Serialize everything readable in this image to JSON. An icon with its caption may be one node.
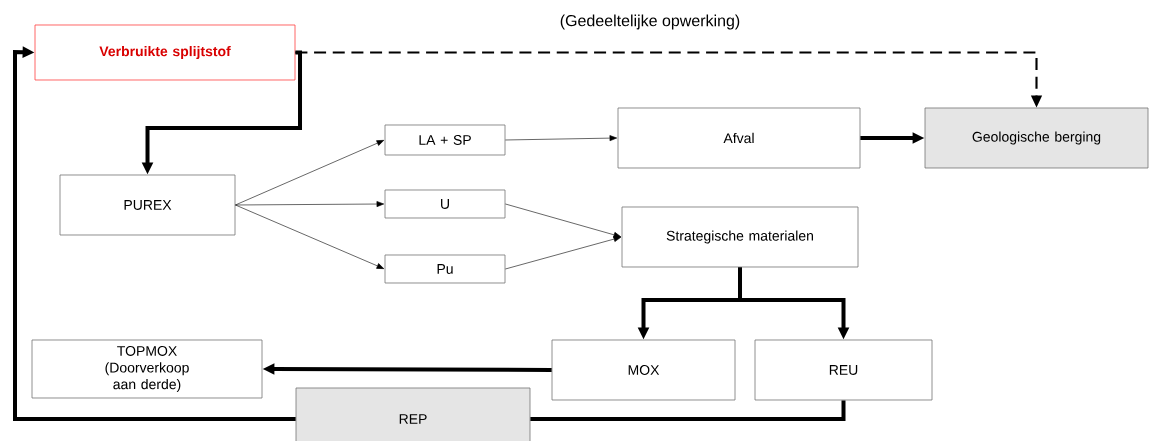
{
  "diagram": {
    "nodes": [
      {
        "text": [
          "Verbruikte splijtstof"
        ]
      },
      {
        "text": [
          "PUREX"
        ]
      },
      {
        "text": [
          "LA + SP"
        ]
      },
      {
        "text": [
          "U"
        ]
      },
      {
        "text": [
          "Pu"
        ]
      },
      {
        "text": [
          "Afval"
        ]
      },
      {
        "text": [
          "Geologische berging"
        ]
      },
      {
        "text": [
          "Strategische materialen"
        ]
      },
      {
        "text": [
          "TOPMOX (Doorverkoop aan derde)"
        ]
      },
      {
        "text": [
          "MOX"
        ]
      },
      {
        "text": [
          "REU"
        ]
      },
      {
        "text": [
          "REP"
        ]
      }
    ],
    "edges": [
      {
        "from": 0,
        "to": 1,
        "arrow": "to",
        "style": "thick"
      },
      {
        "from": 0,
        "to": 6,
        "arrow": "to",
        "style": "dashed",
        "label": "(Gedeeltelijke opwerking)"
      },
      {
        "from": 1,
        "to": 2,
        "arrow": "to"
      },
      {
        "from": 1,
        "to": 3,
        "arrow": "to"
      },
      {
        "from": 1,
        "to": 4,
        "arrow": "to"
      },
      {
        "from": 2,
        "to": 5,
        "arrow": "to"
      },
      {
        "from": 5,
        "to": 6,
        "arrow": "to",
        "style": "thick"
      },
      {
        "from": 3,
        "to": 7,
        "arrow": "to"
      },
      {
        "from": 4,
        "to": 7,
        "arrow": "to"
      },
      {
        "from": 7,
        "to": 9,
        "arrow": "to",
        "style": "thick"
      },
      {
        "from": 7,
        "to": 10,
        "arrow": "to",
        "style": "thick"
      },
      {
        "from": 9,
        "to": 8,
        "arrow": "to",
        "style": "thick"
      },
      {
        "from": 10,
        "to": 11,
        "arrow": "none",
        "style": "thick"
      },
      {
        "from": 11,
        "to": 0,
        "arrow": "to",
        "style": "thick"
      }
    ]
  }
}
